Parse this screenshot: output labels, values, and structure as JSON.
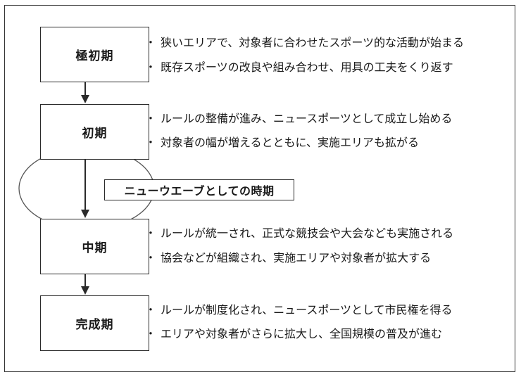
{
  "stages": [
    {
      "label": "極初期",
      "bullets": [
        "狭いエリアで、対象者に合わせたスポーツ的な活動が始まる",
        "既存スポーツの改良や組み合わせ、用具の工夫をくり返す"
      ]
    },
    {
      "label": "初期",
      "bullets": [
        "ルールの整備が進み、ニュースポーツとして成立し始める",
        "対象者の幅が増えるとともに、実施エリアも拡がる"
      ]
    },
    {
      "label": "中期",
      "bullets": [
        "ルールが統一され、正式な競技会や大会なども実施される",
        "協会などが組織され、実施エリアや対象者が拡大する"
      ]
    },
    {
      "label": "完成期",
      "bullets": [
        "ルールが制度化され、ニュースポーツとして市民権を得る",
        "エリアや対象者がさらに拡大し、全国規模の普及が進む"
      ]
    }
  ],
  "highlight": {
    "label": "ニューウエーブとしての時期"
  },
  "bullet_marker": "・"
}
